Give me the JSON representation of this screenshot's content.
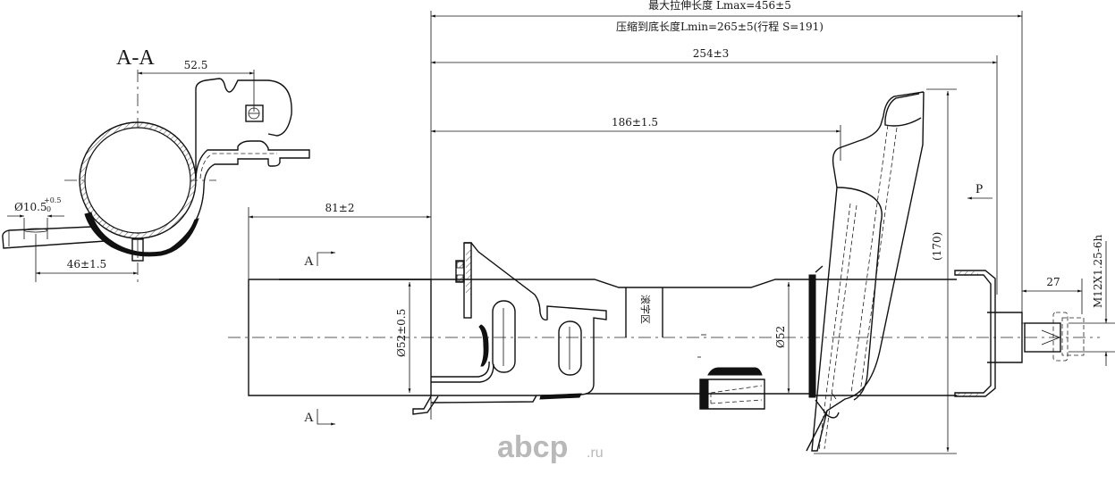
{
  "drawing": {
    "subject": "shock absorber strut assembly",
    "dimensions": {
      "max_length": "最大拉伸长度 Lmax=456±5",
      "min_length": "压缩到底长度Lmin=265±5(行程 S=191)",
      "length_254": "254±3",
      "length_186": "186±1.5",
      "length_81": "81±2",
      "dia_52_tol": "Ø52±0.5",
      "dia_52": "Ø52",
      "height_170": "(170)",
      "stud_27": "27",
      "thread": "M12X1.25-6h"
    },
    "labels": {
      "view_arrow": "P",
      "section_mark_top": "A",
      "section_mark_bottom": "A",
      "marking_zone": "滚字区"
    },
    "section_view": {
      "title": "A-A",
      "dim_52_5": "52.5",
      "dim_hole": "Ø10.5",
      "hole_tol_upper": "+0.5",
      "hole_tol_lower": "0",
      "dim_46": "46±1.5"
    }
  },
  "watermark": {
    "brand": "abcp",
    "suffix": ".ru"
  }
}
